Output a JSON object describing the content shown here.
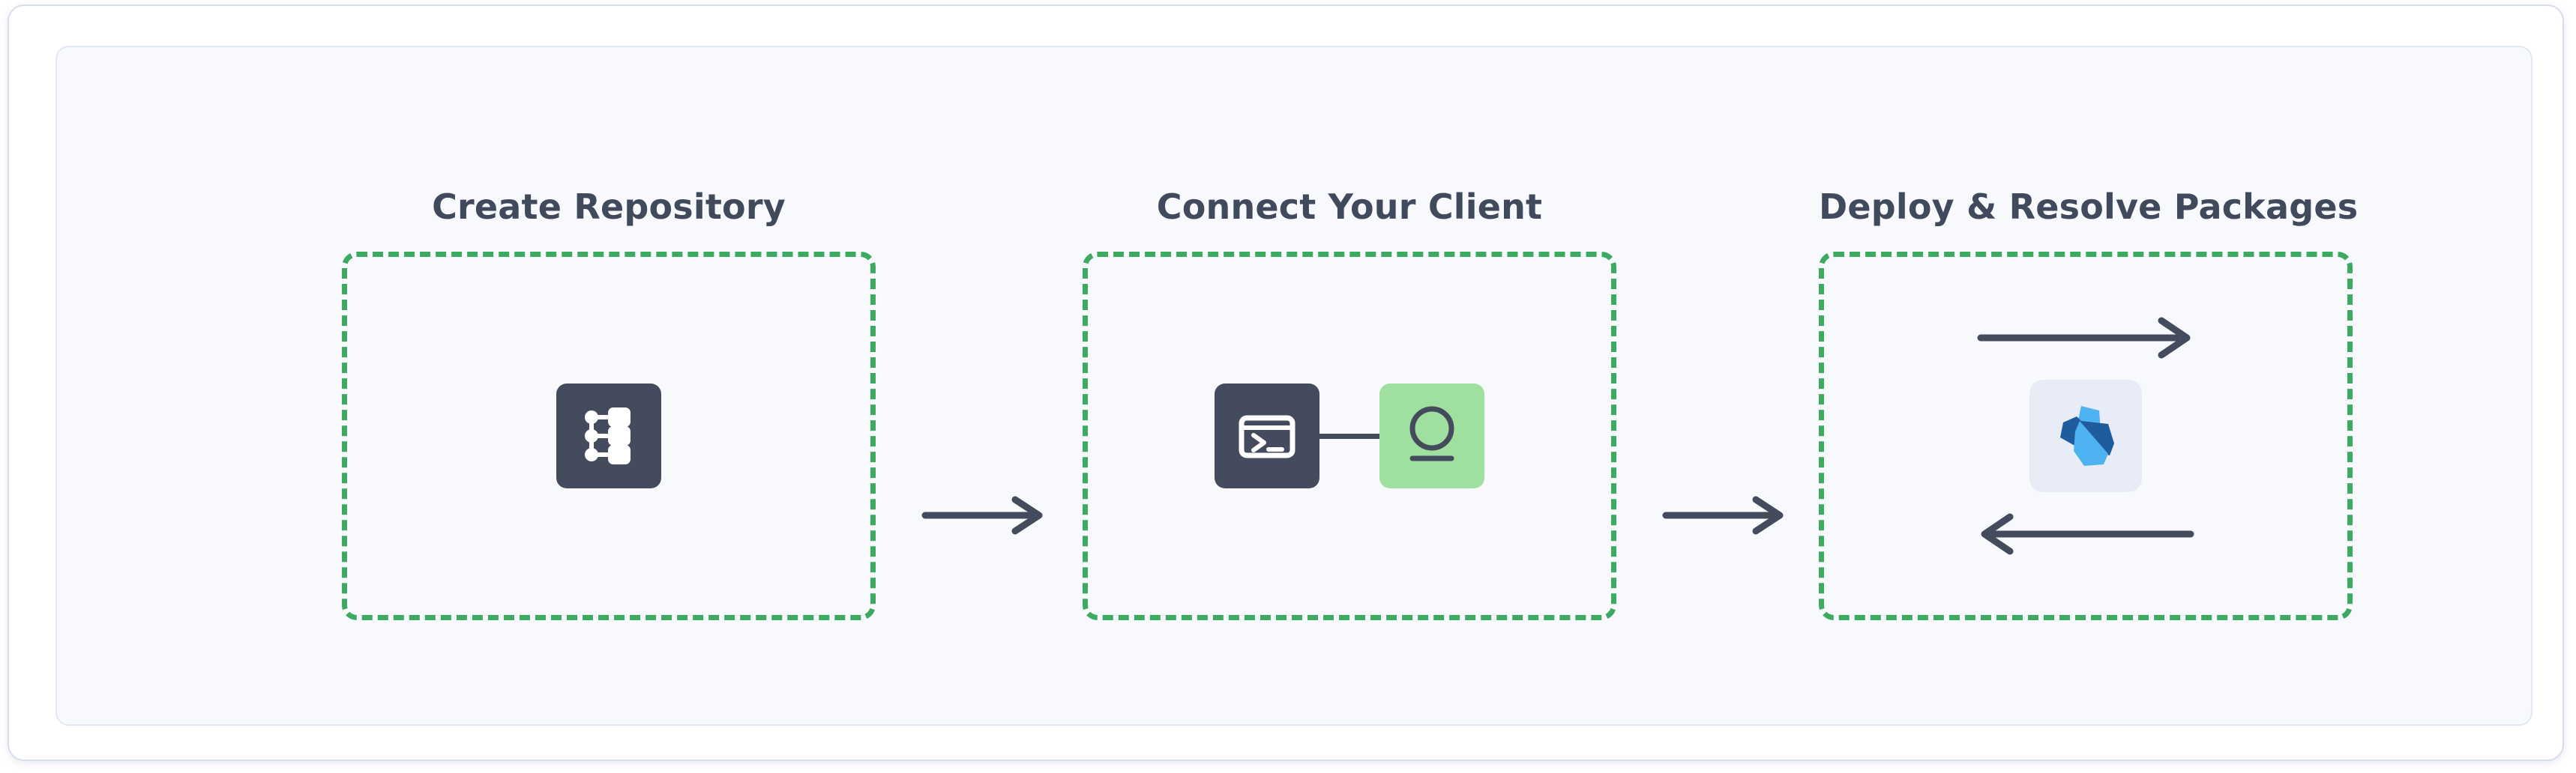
{
  "diagram": {
    "title_flow": "Create Repository to Connect Your Client to Deploy & Resolve Packages",
    "accent_green": "#3daa62",
    "dark_slate": "#434b5c",
    "panel_bg": "#f7f9fc",
    "card_border": "#d7ddea",
    "steps": [
      {
        "id": "create-repository",
        "title": "Create Repository",
        "icons": [
          {
            "name": "repository-tree-icon",
            "tile_color": "#434b5c",
            "glyph_color": "#ffffff"
          }
        ]
      },
      {
        "id": "connect-your-client",
        "title": "Connect Your Client",
        "icons": [
          {
            "name": "terminal-icon",
            "tile_color": "#434b5c",
            "glyph_color": "#ffffff"
          },
          {
            "name": "artifactory-logo-icon",
            "tile_color": "#9fe0a0",
            "glyph_color": "#434b5c"
          }
        ]
      },
      {
        "id": "deploy-and-resolve-packages",
        "title": "Deploy & Resolve Packages",
        "icons": [
          {
            "name": "nuget-logo-icon",
            "tile_color": "#e7ecf6",
            "glyph_color_light": "#4db2f0",
            "glyph_color_dark": "#1e5c9e"
          }
        ],
        "arrows": [
          {
            "name": "deploy-arrow-right",
            "direction": "right"
          },
          {
            "name": "resolve-arrow-left",
            "direction": "left"
          }
        ]
      }
    ],
    "connectors": [
      {
        "name": "connector-arrow-1",
        "direction": "right",
        "from": "create-repository",
        "to": "connect-your-client"
      },
      {
        "name": "connector-arrow-2",
        "direction": "right",
        "from": "connect-your-client",
        "to": "deploy-and-resolve-packages"
      }
    ]
  }
}
